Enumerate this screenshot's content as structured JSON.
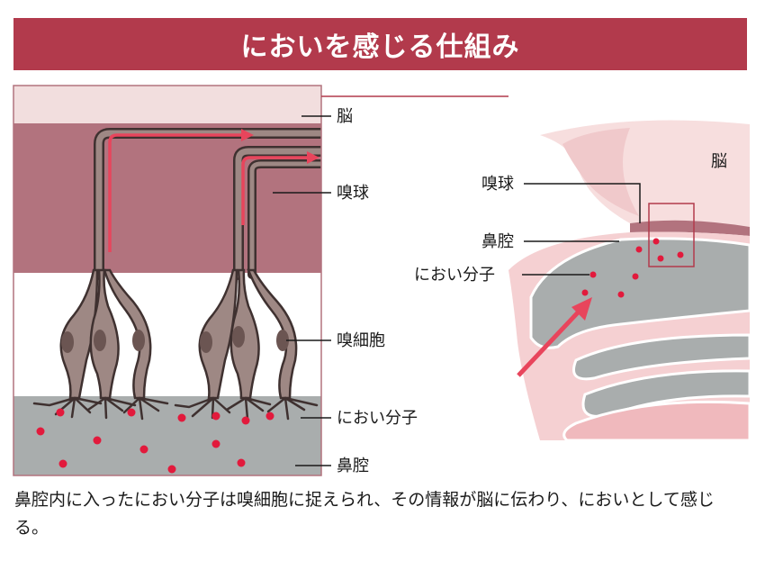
{
  "title": "においを感じる仕組み",
  "left_labels": {
    "brain": "脳",
    "olfactory_bulb": "嗅球",
    "olfactory_cell": "嗅細胞",
    "odor_molecule": "におい分子",
    "nasal_cavity": "鼻腔"
  },
  "right_labels": {
    "brain": "脳",
    "olfactory_bulb": "嗅球",
    "nasal_cavity": "鼻腔",
    "odor_molecule": "におい分子"
  },
  "caption": "鼻腔内に入ったにおい分子は嗅細胞に捉えられ、その情報が脳に伝わり、においとして感じる。",
  "colors": {
    "title_bg": "#b23a4c",
    "brain_layer": "#f2dede",
    "bulb_layer": "#b2737e",
    "cavity_layer": "#a9adad",
    "molecule": "#e21a3c",
    "arrow": "#e8455c",
    "cell": "#9e8884",
    "cell_outline": "#3f3130"
  }
}
